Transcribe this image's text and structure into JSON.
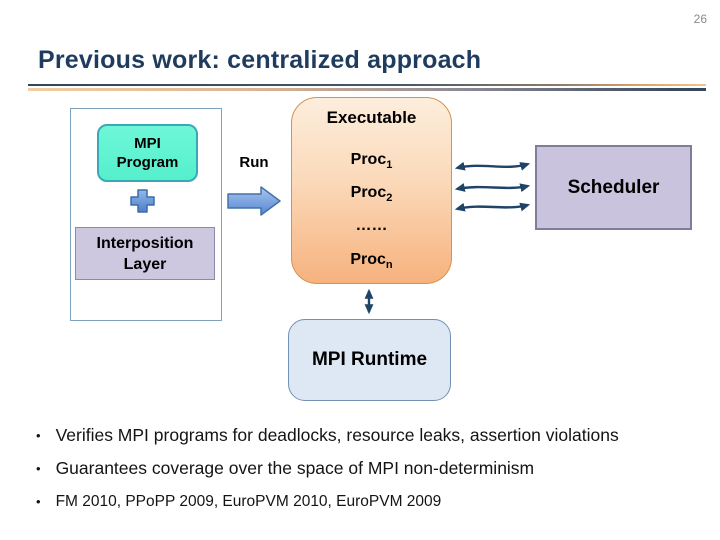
{
  "page_number": "26",
  "header": {
    "title": "Previous work: centralized approach"
  },
  "diagram": {
    "program_stack": {
      "mpi_program_line1": "MPI",
      "mpi_program_line2": "Program",
      "interposition_line1": "Interposition",
      "interposition_line2": "Layer"
    },
    "run_label": "Run",
    "executable": {
      "title": "Executable",
      "procs": [
        {
          "base": "Proc",
          "sub": "1"
        },
        {
          "base": "Proc",
          "sub": "2"
        },
        {
          "base": "……",
          "sub": ""
        },
        {
          "base": "Proc",
          "sub": "n"
        }
      ]
    },
    "scheduler_label": "Scheduler",
    "mpi_runtime_label": "MPI Runtime",
    "icons": {
      "plus_icon": "plus",
      "run_arrow_icon": "right-block-arrow",
      "connector_icon": "double-headed-arrow"
    }
  },
  "bullets": [
    {
      "text": "Verifies MPI programs for deadlocks, resource leaks, assertion violations"
    },
    {
      "text": "Guarantees coverage over the space of MPI non-determinism"
    },
    {
      "text": "FM 2010, PPoPP 2009, EuroPVM 2010, EuroPVM 2009"
    }
  ],
  "colors": {
    "title_navy": "#1f3c5f",
    "page_number_gray": "#8a8a8a",
    "mpi_program_fill": "#5ff3d2",
    "mpi_program_border": "#3aa9b4",
    "interposition_fill": "#cdc7df",
    "executable_gradient_top": "#fdeedd",
    "executable_gradient_bottom": "#f6b27e",
    "executable_border": "#d8914f",
    "scheduler_fill": "#c9c3dd",
    "mpi_runtime_fill": "#dee8f4",
    "run_arrow_blue": "#5585d0",
    "connector_navy": "#1f4468"
  }
}
